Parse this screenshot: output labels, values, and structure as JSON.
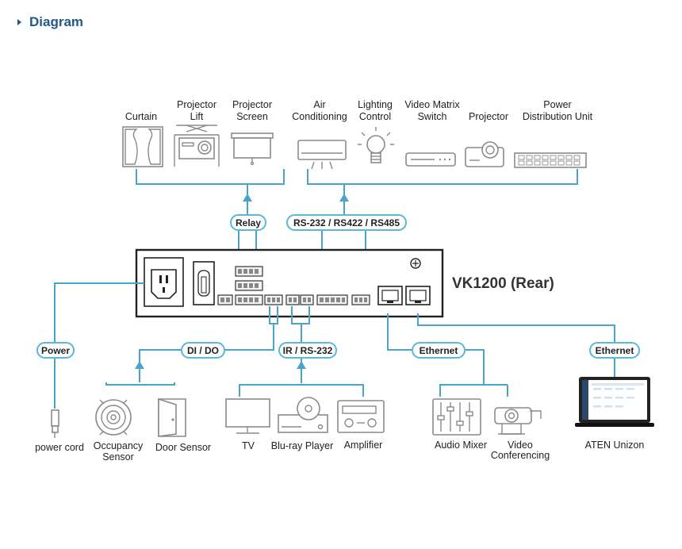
{
  "heading": "Diagram",
  "device_name": "VK1200 (Rear)",
  "top_devices": [
    {
      "line1": "",
      "line2": "Curtain"
    },
    {
      "line1": "Projector",
      "line2": "Lift"
    },
    {
      "line1": "Projector",
      "line2": "Screen"
    },
    {
      "line1": "Air",
      "line2": "Conditioning"
    },
    {
      "line1": "Lighting",
      "line2": "Control"
    },
    {
      "line1": "Video Matrix",
      "line2": "Switch"
    },
    {
      "line1": "",
      "line2": "Projector"
    },
    {
      "line1": "Power",
      "line2": "Distribution Unit"
    }
  ],
  "pills": {
    "relay": "Relay",
    "serial": "RS-232 / RS422 / RS485",
    "power": "Power",
    "dido": "DI / DO",
    "ir": "IR / RS-232",
    "ethernet1": "Ethernet",
    "ethernet2": "Ethernet"
  },
  "bottom_devices": {
    "power_cord": "power cord",
    "occupancy_line1": "Occupancy",
    "occupancy_line2": "Sensor",
    "door_sensor": "Door Sensor",
    "tv": "TV",
    "bluray": "Blu-ray Player",
    "amplifier": "Amplifier",
    "audio_mixer": "Audio Mixer",
    "video_conf_line1": "Video",
    "video_conf_line2": "Conferencing",
    "aten_unizon": "ATEN Unizon"
  }
}
